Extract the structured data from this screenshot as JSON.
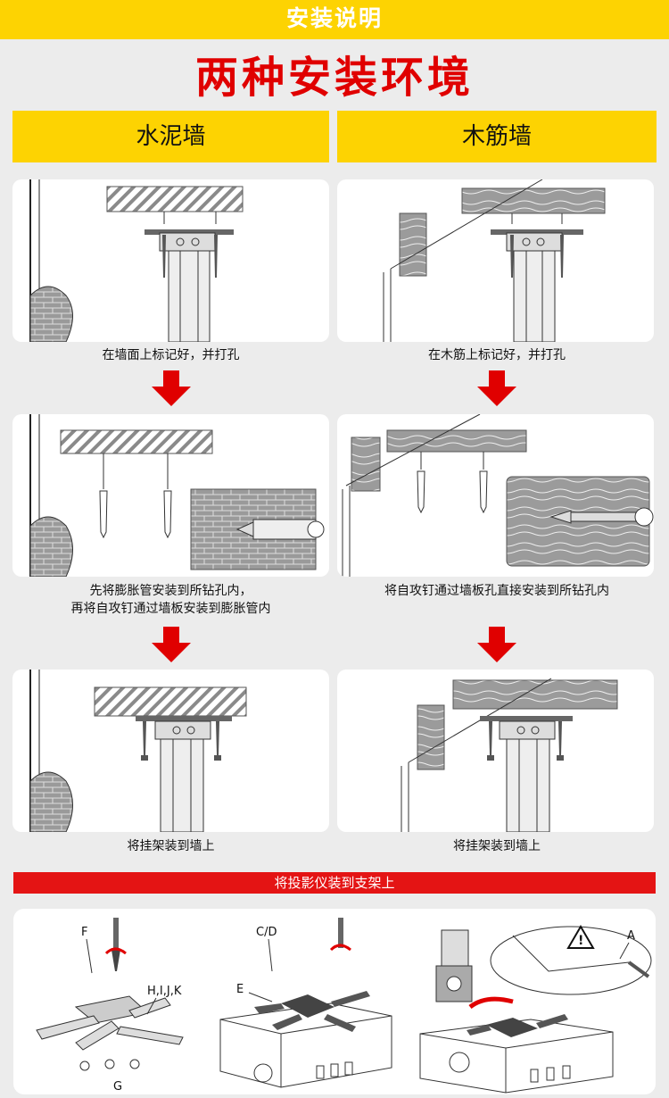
{
  "header": {
    "title": "安装说明"
  },
  "main_title": "两种安装环境",
  "columns": [
    {
      "title": "水泥墙"
    },
    {
      "title": "木筋墙"
    }
  ],
  "steps": {
    "left": [
      "在墙面上标记好，并打孔",
      "先将膨胀管安装到所钻孔内，\n再将自攻钉通过墙板安装到膨胀管内",
      "将挂架装到墙上"
    ],
    "right": [
      "在木筋上标记好，并打孔",
      "将自攻钉通过墙板孔直接安装到所钻孔内",
      "将挂架装到墙上"
    ]
  },
  "projector_section": {
    "title": "将投影仪装到支架上"
  },
  "part_labels": {
    "f": "F",
    "hijk": "H,I,J,K",
    "g": "G",
    "cd": "C/D",
    "e": "E",
    "a": "A"
  },
  "colors": {
    "yellow": "#fdd302",
    "red": "#e00000",
    "bar_red": "#e41414",
    "background": "#ececec"
  }
}
